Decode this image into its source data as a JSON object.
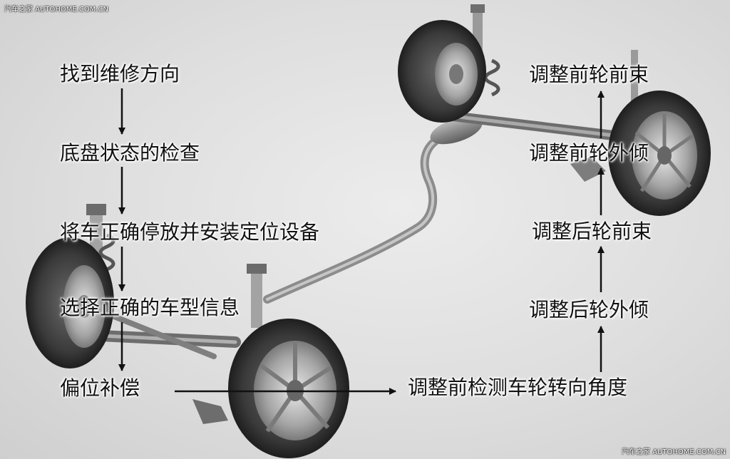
{
  "watermark_top": "汽车之家 AUTOHOME.COM.CN",
  "watermark_bottom": "汽车之家 AUTOHOME.COM.CN",
  "left_steps": [
    "找到维修方向",
    "底盘状态的检查",
    "将车正确停放并安装定位设备",
    "选择正确的车型信息",
    "偏位补偿"
  ],
  "center_step": "调整前检测车轮转向角度",
  "right_steps": [
    "调整前轮前束",
    "调整前轮外倾",
    "调整后轮前束",
    "调整后轮外倾"
  ]
}
